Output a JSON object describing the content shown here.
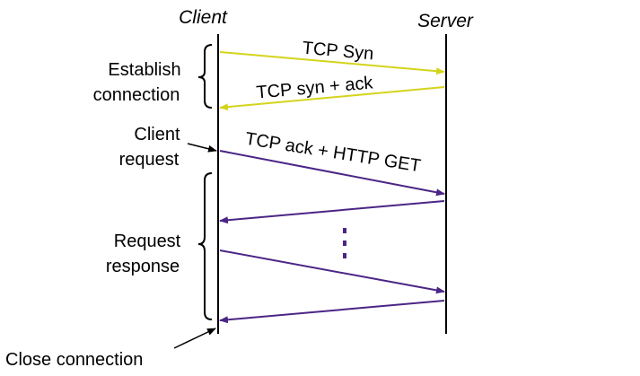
{
  "participants": {
    "client": "Client",
    "server": "Server"
  },
  "phases": {
    "establish": {
      "line1": "Establish",
      "line2": "connection"
    },
    "client_request": {
      "line1": "Client",
      "line2": "request"
    },
    "request_response": {
      "line1": "Request",
      "line2": "response"
    },
    "close": "Close connection"
  },
  "messages": {
    "tcp_syn": "TCP Syn",
    "tcp_syn_ack": "TCP syn + ack",
    "tcp_ack_get": "TCP ack + HTTP GET"
  },
  "colors": {
    "handshake": "#d4d41c",
    "request": "#4b2585",
    "lifeline": "#000000"
  },
  "icons": [
    "brace-icon",
    "arrow-icon",
    "vertical-ellipsis-icon"
  ]
}
